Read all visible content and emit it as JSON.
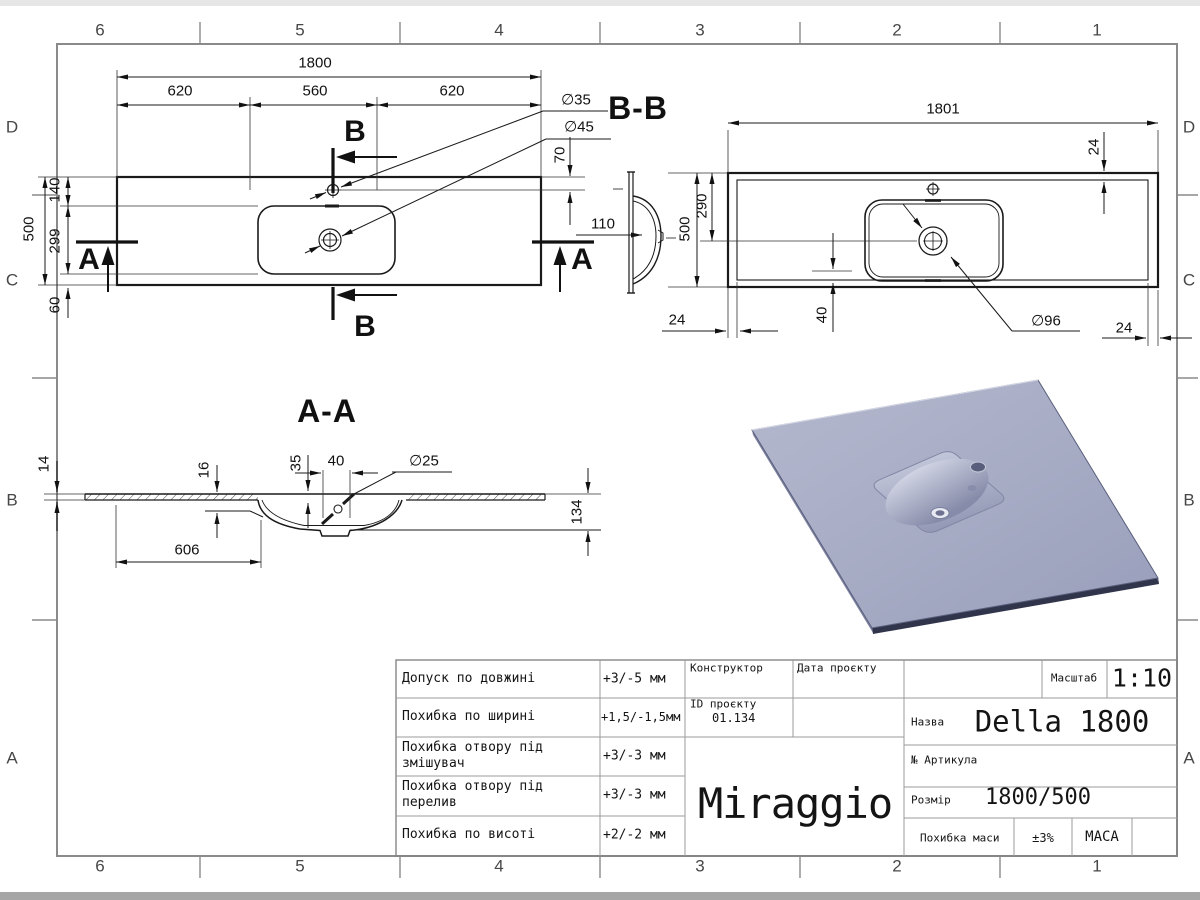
{
  "border": {
    "top": [
      "6",
      "5",
      "4",
      "3",
      "2",
      "1"
    ],
    "bottom": [
      "6",
      "5",
      "4",
      "3",
      "2",
      "1"
    ],
    "left": [
      "D",
      "C",
      "B",
      "A"
    ],
    "right": [
      "D",
      "C",
      "B",
      "A"
    ]
  },
  "plan": {
    "dim_total": "1800",
    "dim_left": "620",
    "dim_mid": "560",
    "dim_right": "620",
    "dim_depth": "500",
    "dim_back": "140",
    "dim_bowl": "299",
    "dim_front": "60",
    "dim_faucet_offset": "70",
    "dim_profile": "110",
    "faucet_dia": "∅35",
    "drain_dia": "∅45",
    "cut_b": "B",
    "cut_a": "A",
    "view_title": "B-B"
  },
  "underside": {
    "dim_total": "1801",
    "dim_rim_top": "24",
    "dim_depth": "500",
    "dim_drain_y": "290",
    "dim_rim_left": "24",
    "dim_step": "40",
    "drain_dia": "∅96",
    "dim_rim_right": "24"
  },
  "section": {
    "title": "A-A",
    "dim_thickness": "14",
    "dim_edge": "16",
    "dim_depth": "35",
    "dim_recess": "40",
    "hole_dia": "∅25",
    "dim_offset": "606",
    "dim_height": "134"
  },
  "titleblock": {
    "tolerances": [
      {
        "label": "Допуск по довжині",
        "value": "+3/-5 мм"
      },
      {
        "label": "Похибка по ширині",
        "value": "+1,5/-1,5мм"
      },
      {
        "label": "Похибка отвору під змішувач",
        "value": "+3/-3 мм"
      },
      {
        "label": "Похибка отвору під перелив",
        "value": "+3/-3 мм"
      },
      {
        "label": "Похибка по висоті",
        "value": "+2/-2 мм"
      }
    ],
    "constructor_label": "Конструктор",
    "date_label": "Дата проєкту",
    "project_id_label": "ID проєкту",
    "project_id_value": "01.134",
    "brand": "Miraggio",
    "scale_label": "Масштаб",
    "scale_value": "1:10",
    "name_label": "Назва",
    "name_value": "Della 1800",
    "article_label": "№ Артикула",
    "size_label": "Розмір",
    "size_value": "1800/500",
    "mass_tolerance_label": "Похибка маси",
    "mass_tolerance_value": "±3%",
    "mass_label": "МАСА"
  }
}
